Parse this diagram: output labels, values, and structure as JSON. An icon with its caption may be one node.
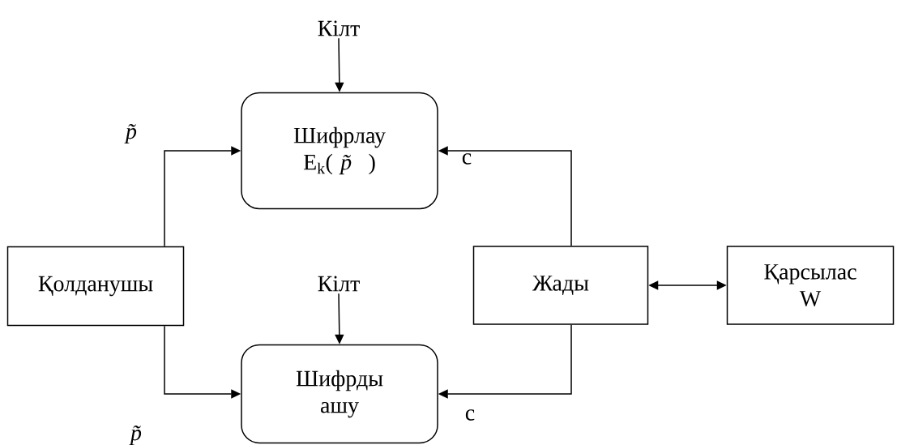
{
  "diagram": {
    "nodes": [
      {
        "text": [
          "Кілт"
        ]
      },
      {
        "text": [
          "Шифрлау",
          "E$_{k}$( *p̃* )"
        ]
      },
      {
        "text": [
          "Қолданушы"
        ]
      },
      {
        "text": [
          "Кілт"
        ]
      },
      {
        "text": [
          "Жады"
        ]
      },
      {
        "text": [
          "Қарсылас W"
        ]
      },
      {
        "text": [
          "Шифрды ашу"
        ]
      }
    ],
    "edges": [
      {
        "from": 0,
        "to": 1,
        "arrow": "to"
      },
      {
        "from": 2,
        "to": 1,
        "arrow": "to",
        "label": "p̃"
      },
      {
        "from": 2,
        "to": 6,
        "arrow": "to",
        "label": "p̃"
      },
      {
        "from": 3,
        "to": 6,
        "arrow": "to"
      },
      {
        "from": 4,
        "to": 1,
        "arrow": "to",
        "label": "c"
      },
      {
        "from": 4,
        "to": 6,
        "arrow": "to",
        "label": "c"
      },
      {
        "from": 4,
        "to": 5,
        "arrow": "both"
      }
    ]
  }
}
